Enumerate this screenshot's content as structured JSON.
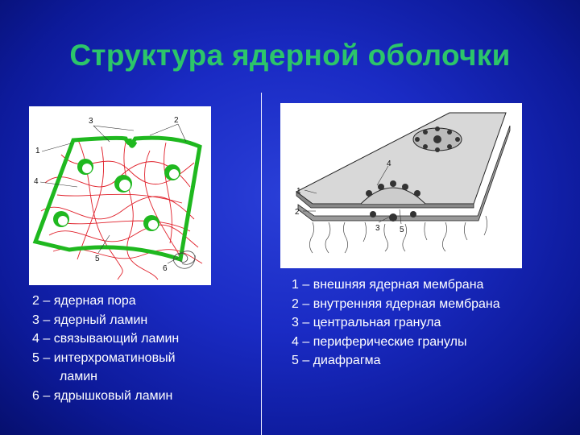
{
  "title": "Структура ядерной оболочки",
  "left_figure": {
    "labels": [
      "1",
      "2",
      "3",
      "4",
      "5",
      "6"
    ]
  },
  "right_figure": {
    "labels": [
      "1",
      "2",
      "3",
      "4",
      "5"
    ]
  },
  "legend_left": [
    "2 – ядерная пора",
    "3 – ядерный ламин",
    "4 – связывающий ламин",
    "5 – интерхроматиновый",
    "ламин",
    "6 – ядрышковый ламин"
  ],
  "legend_right": [
    "1 – внешняя ядерная мембрана",
    "2 – внутренняя ядерная мембрана",
    "3 – центральная гранула",
    "4 – периферические гранулы",
    "5 – диафрагма"
  ],
  "colors": {
    "title": "#2cc56a",
    "membrane": "#1fb81f",
    "lamin": "#e0202a",
    "background": "#1a2bc4"
  }
}
